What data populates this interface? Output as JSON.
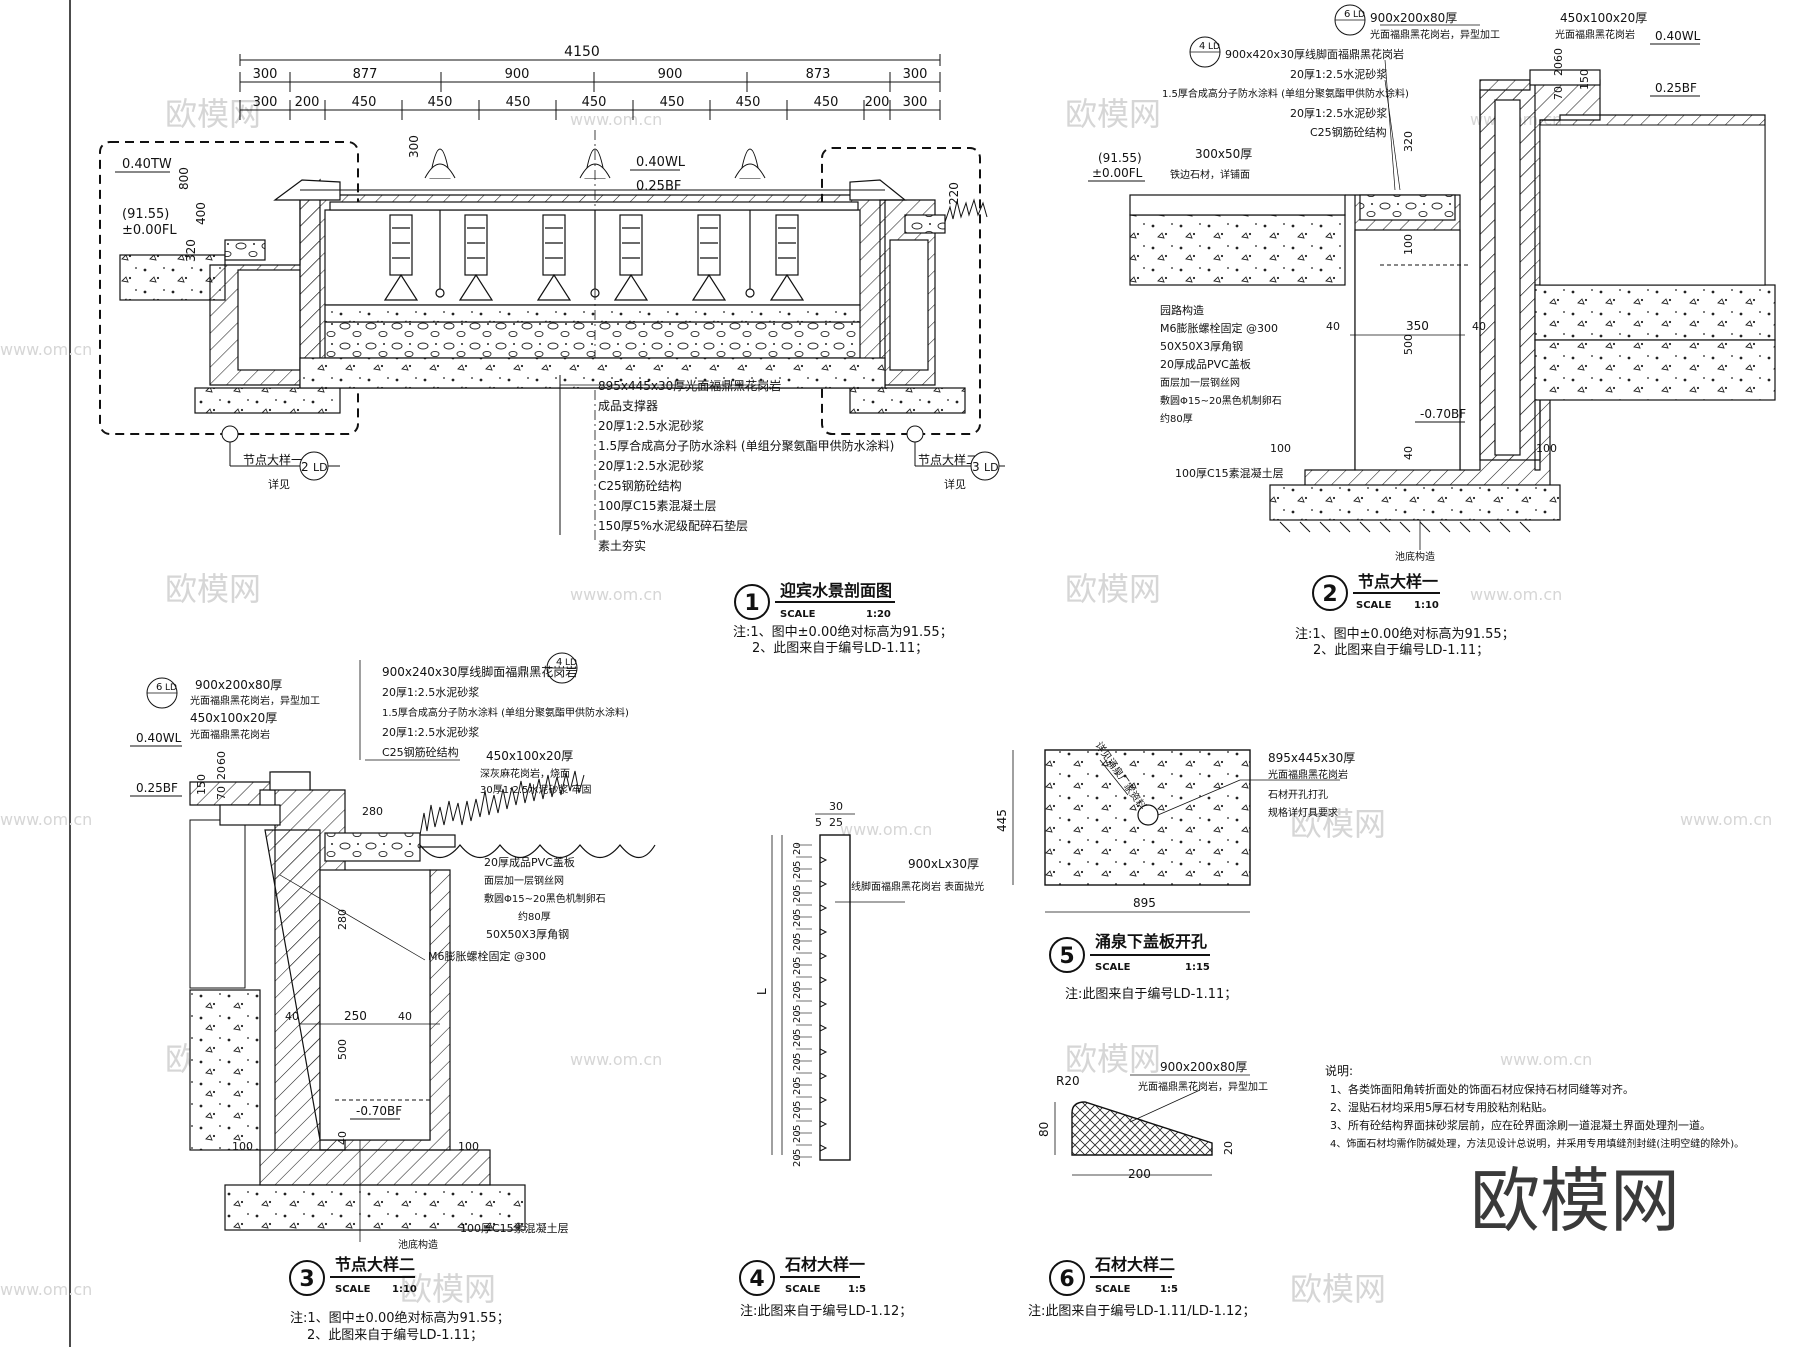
{
  "watermarks": {
    "small": [
      "欧模网",
      "www.om.cn"
    ],
    "big": "欧模网"
  },
  "dim_top": {
    "total": "4150",
    "row1": [
      "300",
      "877",
      "900",
      "900",
      "873",
      "300"
    ],
    "row2": [
      "300",
      "200",
      "450",
      "450",
      "450",
      "450",
      "450",
      "450",
      "450",
      "200",
      "300"
    ]
  },
  "section1": {
    "labels": {
      "tw": "0.40TW",
      "wl": "0.40WL",
      "bf": "0.25BF",
      "fl_abs": "(91.55)",
      "fl": "±0.00FL",
      "d800": "800",
      "d400": "400",
      "d320": "320",
      "d300": "300",
      "d220": "220"
    },
    "callouts": [
      "895x445x30厚光面福鼎黑花岗岩",
      "成品支撑器",
      "20厚1:2.5水泥砂浆",
      "1.5厚合成高分子防水涂料 (单组分聚氨酯甲供防水涂料)",
      "20厚1:2.5水泥砂浆",
      "C25钢筋砼结构",
      "100厚C15素混凝土层",
      "150厚5%水泥级配碎石垫层",
      "素土夯实"
    ],
    "ref_left": {
      "text": "节点大样一",
      "num": "2",
      "sheet": "LD",
      "see": "详见"
    },
    "ref_right": {
      "text": "节点大样二",
      "num": "3",
      "sheet": "LD",
      "see": "详见"
    },
    "title": {
      "num": "1",
      "name": "迎宾水景剖面图",
      "scale_label": "SCALE",
      "scale": "1:20"
    },
    "notes": [
      "注:1、图中±0.00绝对标高为91.55；",
      "2、此图来自于编号LD-1.11；"
    ]
  },
  "section2": {
    "callouts": [
      "900x200x80厚",
      "光面福鼎黑花岗岩，异型加工",
      "900x420x30厚线脚面福鼎黑花岗岩",
      "20厚1:2.5水泥砂浆",
      "1.5厚合成高分子防水涂料 (单组分聚氨酯甲供防水涂料)",
      "20厚1:2.5水泥砂浆",
      "C25钢筋砼结构",
      "450x100x20厚",
      "光面福鼎黑花岗岩",
      "300x50厚",
      "铁边石材，详铺面",
      "园路构造",
      "M6膨胀螺栓固定 @300",
      "50X50X3厚角钢",
      "20厚成品PVC盖板",
      "面层加一层钢丝网",
      "敷圆Φ15~20黑色机制卵石",
      "约80厚",
      "100厚C15素混凝土层",
      "池底构造"
    ],
    "labels": {
      "wl": "0.40WL",
      "bf": "0.25BF",
      "fl_abs": "(91.55)",
      "fl": "±0.00FL",
      "bf2": "-0.70BF",
      "d70": "70",
      "d20": "20",
      "d60": "60",
      "d150": "150",
      "d320": "320",
      "d100": "100",
      "d500": "500",
      "d350": "350",
      "d40a": "40",
      "d40b": "40",
      "d100b": "100",
      "d100c": "100",
      "d40c": "40",
      "ref_a": "6",
      "ref_b": "4",
      "sheet": "LD"
    },
    "title": {
      "num": "2",
      "name": "节点大样一",
      "scale_label": "SCALE",
      "scale": "1:10"
    },
    "notes": [
      "注:1、图中±0.00绝对标高为91.55；",
      "2、此图来自于编号LD-1.11；"
    ]
  },
  "section3": {
    "callouts": [
      "900x200x80厚",
      "光面福鼎黑花岗岩，异型加工",
      "450x100x20厚",
      "光面福鼎黑花岗岩",
      "900x240x30厚线脚面福鼎黑花岗岩",
      "20厚1:2.5水泥砂浆",
      "1.5厚合成高分子防水涂料 (单组分聚氨酯甲供防水涂料)",
      "20厚1:2.5水泥砂浆",
      "C25钢筋砼结构",
      "450x100x20厚",
      "深灰麻花岗岩，烧面",
      "30厚1:2.5水泥砂浆 牢固",
      "20厚成品PVC盖板",
      "面层加一层钢丝网",
      "敷圆Φ15~20黑色机制卵石",
      "约80厚",
      "50X50X3厚角钢",
      "M6膨胀螺栓固定 @300",
      "100厚C15素混凝土层",
      "池底构造"
    ],
    "labels": {
      "wl": "0.40WL",
      "bf": "0.25BF",
      "bf2": "-0.70BF",
      "d150": "150",
      "d70": "70",
      "d20": "20",
      "d60": "60",
      "d280a": "280",
      "d280b": "280",
      "d40a": "40",
      "d40b": "40",
      "d250": "250",
      "d500": "500",
      "d40c": "40",
      "d100a": "100",
      "d100b": "100",
      "ref_a": "6",
      "ref_b": "4",
      "sheet": "LD"
    },
    "title": {
      "num": "3",
      "name": "节点大样二",
      "scale_label": "SCALE",
      "scale": "1:10"
    },
    "notes": [
      "注:1、图中±0.00绝对标高为91.55；",
      "2、此图来自于编号LD-1.11；"
    ]
  },
  "section4": {
    "top_dims": [
      "30",
      "5",
      "25"
    ],
    "repeat_dims": [
      "20",
      "5",
      "20",
      "5",
      "20",
      "5",
      "20",
      "5",
      "20",
      "5",
      "20",
      "5",
      "20",
      "5",
      "20",
      "5",
      "20",
      "5",
      "20",
      "5",
      "20",
      "5",
      "20",
      "5",
      "20",
      "5",
      "20"
    ],
    "l_label": "L",
    "callouts": [
      "900xLx30厚",
      "线脚面福鼎黑花岗岩 表面拋光"
    ],
    "title": {
      "num": "4",
      "name": "石材大样一",
      "scale_label": "SCALE",
      "scale": "1:5"
    },
    "notes": [
      "注:此图来自于编号LD-1.12；"
    ]
  },
  "section5": {
    "hole_label": "详见涌泉厂家资料",
    "callouts": [
      "895x445x30厚",
      "光面福鼎黑花岗岩",
      "石材开孔打孔",
      "规格详灯具要求"
    ],
    "d445": "445",
    "d895": "895",
    "title": {
      "num": "5",
      "name": "涌泉下盖板开孔",
      "scale_label": "SCALE",
      "scale": "1:15"
    },
    "notes": [
      "注:此图来自于编号LD-1.11；"
    ]
  },
  "section6": {
    "callouts": [
      "900x200x80厚",
      "光面福鼎黑花岗岩，异型加工"
    ],
    "r20": "R20",
    "d80": "80",
    "d20": "20",
    "d200": "200",
    "title": {
      "num": "6",
      "name": "石材大样二",
      "scale_label": "SCALE",
      "scale": "1:5"
    },
    "notes": [
      "注:此图来自于编号LD-1.11/LD-1.12；"
    ]
  },
  "general_notes": {
    "heading": "说明:",
    "items": [
      "1、各类饰面阳角转折面处的饰面石材应保持石材同缝等对齐。",
      "2、湿贴石材均采用5厚石材专用胶粘剂粘贴。",
      "3、所有砼结构界面抹砂浆层前，应在砼界面涂刷一道混凝土界面处理剂一道。",
      "4、饰面石材均需作防碱处理，方法见设计总说明，并采用专用填缝剂封缝(注明空缝的除外)。"
    ]
  }
}
